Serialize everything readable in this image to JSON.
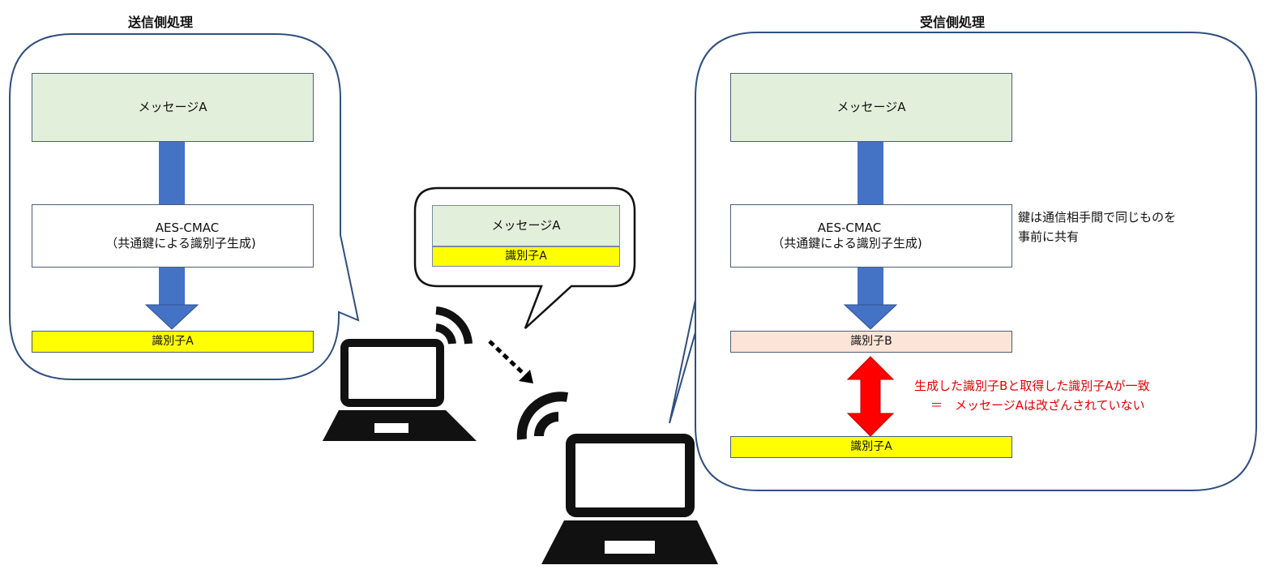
{
  "sender": {
    "title": "送信側処理",
    "message": "メッセージA",
    "aes_title": "AES-CMAC",
    "aes_sub": "（共通鍵による識別子生成)",
    "identifier": "識別子A"
  },
  "packet": {
    "message": "メッセージA",
    "identifier": "識別子A"
  },
  "receiver": {
    "title": "受信側処理",
    "message": "メッセージA",
    "aes_title": "AES-CMAC",
    "aes_sub": "（共通鍵による識別子生成)",
    "key_note_line1": "鍵は通信相手間で同じものを",
    "key_note_line2": "事前に共有",
    "identifier_b": "識別子B",
    "identifier_a": "識別子A",
    "match_line1": "生成した識別子Bと取得した識別子Aが一致",
    "match_line2": "＝　メッセージAは改ざんされていない"
  },
  "colors": {
    "message_fill": "#e2efda",
    "identifier_a_fill": "#ffff00",
    "identifier_b_fill": "#fce4d6",
    "flow_arrow": "#4472c4",
    "compare_arrow": "#ff0000",
    "bubble_border": "#2f4f7f",
    "highlight_text": "#e60000"
  },
  "icons": [
    "key-icon",
    "laptop-icon",
    "wifi-icon"
  ]
}
